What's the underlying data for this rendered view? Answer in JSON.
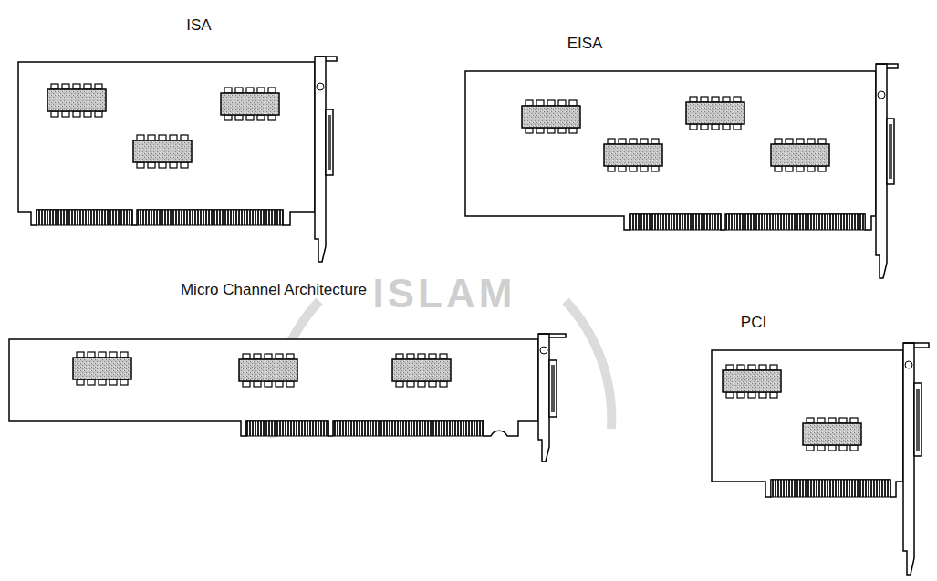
{
  "diagram": {
    "labels": [
      "ISA",
      "EISA",
      "Micro Channel Architecture",
      "PCI",
      "ISLAM"
    ]
  }
}
